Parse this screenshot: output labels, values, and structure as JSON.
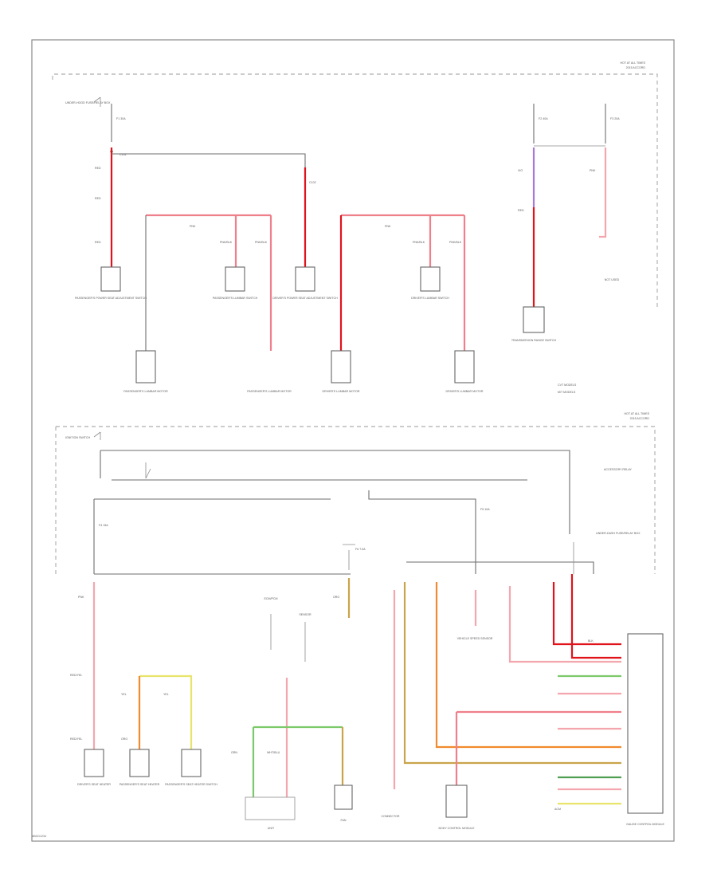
{
  "diagram": {
    "footer_left": "ABCD1234",
    "hot_at_all_times_top": "HOT AT ALL TIMES",
    "hot_at_all_times_top_sub": "2015 ACCORD",
    "hot_at_all_times_mid": "HOT AT ALL TIMES",
    "hot_at_all_times_mid_sub": "2015 ACCORD",
    "under_hood_fuse_box": "UNDER-HOOD FUSE/RELAY BOX",
    "under_dash_fuse_box": "UNDER-DASH FUSE/RELAY BOX",
    "fuse_a": "F1 30A",
    "fuse_b": "F2 40A",
    "fuse_c": "F3 20A",
    "fuse_d": "F4 15A",
    "fuse_e": "F5 10A",
    "fuse_f": "F6 7.5A",
    "wire_red": "RED",
    "wire_pink": "PNK",
    "wire_violet": "VIO",
    "wire_wht_blu": "WHT/BLU",
    "wire_grn": "GRN",
    "wire_org": "ORG",
    "wire_yel": "YEL",
    "wire_blk": "BLK",
    "wire_red_yel": "RED/YEL",
    "wire_pnk_blk": "PNK/BLK",
    "conn_top_1": "C101",
    "conn_top_2": "C102",
    "comp_1": "PASSENGER'S POWER SEAT ADJUSTMENT SWITCH",
    "comp_2": "PASSENGER'S LUMBAR SWITCH",
    "comp_3": "DRIVER'S POWER SEAT ADJUSTMENT SWITCH",
    "comp_4": "DRIVER'S LUMBAR SWITCH",
    "comp_5": "PASSENGER'S LUMBAR MOTOR",
    "comp_6": "PASSENGER'S LUMBAR MOTOR",
    "comp_7": "DRIVER'S LUMBAR MOTOR",
    "comp_8": "DRIVER'S LUMBAR MOTOR",
    "comp_9": "TRANSMISSION RANGE SWITCH",
    "comp_10": "NOT USED",
    "legend_1": "CVT MODELS",
    "legend_2": "M/T MODELS",
    "ignition_label": "IGNITION SWITCH",
    "relay_label": "ACCESSORY RELAY",
    "ecm_label": "ECM/PCM",
    "sensor_label": "SENSOR",
    "heater_1": "DRIVER'S SEAT HEATER",
    "heater_2": "PASSENGER'S SEAT HEATER",
    "heater_3": "PASSENGER'S SEAT HEATER SWITCH",
    "gauge_label": "GAUGE CONTROL MODULE",
    "fan_label": "FAN",
    "acm_label": "ACM",
    "mid_note": "VEHICLE SPEED SENSOR",
    "connector_note": "CONNECTOR",
    "unit_label": "UNIT",
    "body_module": "BODY CONTROL MODULE"
  }
}
